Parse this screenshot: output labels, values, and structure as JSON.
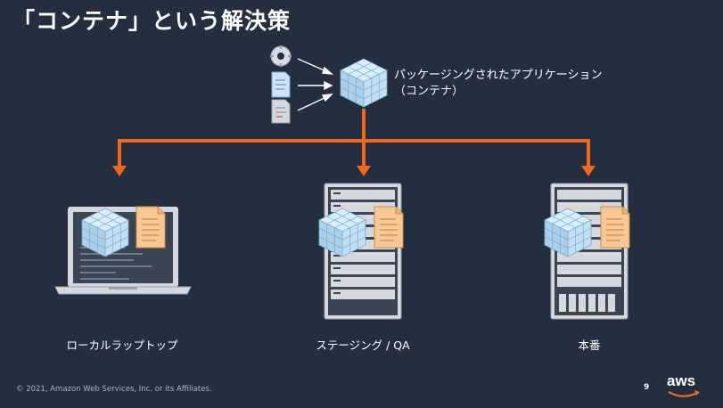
{
  "slide": {
    "title": "「コンテナ」という解決策",
    "package_label_line1": "パッケージングされたアプリケーション",
    "package_label_line2": "（コンテナ）",
    "targets": [
      {
        "label": "ローカルラップトップ"
      },
      {
        "label": "ステージング / QA"
      },
      {
        "label": "本番"
      }
    ],
    "footer": "© 2021, Amazon Web Services, Inc. or its Affiliates.",
    "page_number": "9",
    "logo_text": "aws"
  },
  "colors": {
    "background": "#232f3e",
    "arrow": "#f2671f",
    "cube": "#bfe0f5",
    "document": "#f7c894",
    "server": "#d5d9de"
  },
  "icons": [
    "gear-icon",
    "code-file-icon",
    "config-file-icon",
    "container-cube-icon",
    "laptop-icon",
    "server-rack-icon",
    "document-icon"
  ]
}
